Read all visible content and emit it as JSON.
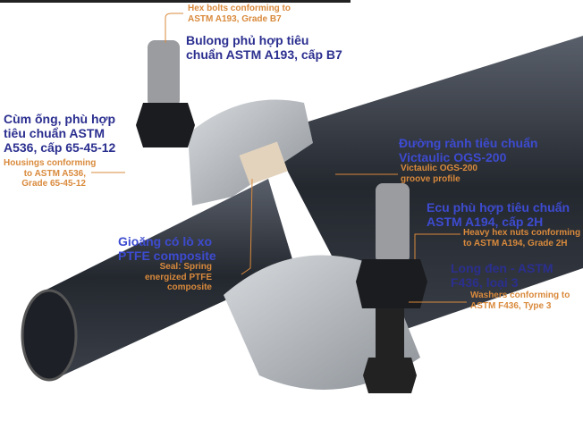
{
  "labels": {
    "bolt_en": [
      "Hex bolts conforming to",
      "ASTM A193, Grade B7"
    ],
    "bolt_vn": [
      "Bulong phủ hợp tiêu",
      "chuẩn ASTM A193, cấp B7"
    ],
    "housing_vn": [
      "Cùm ống, phù hợp",
      "tiêu chuẩn ASTM",
      "A536, cấp 65-45-12"
    ],
    "housing_en": [
      "Housings conforming",
      "to ASTM A536,",
      "Grade 65-45-12"
    ],
    "groove_vn": [
      "Đường rành tiêu chuẩn",
      "Victaulic OGS-200"
    ],
    "groove_en": [
      "Victaulic OGS-200",
      "groove profile"
    ],
    "nut_vn": [
      "Ecu phù hợp tiêu chuẩn",
      "ASTM A194, cấp 2H"
    ],
    "nut_en": [
      "Heavy hex nuts conforming",
      "to ASTM A194, Grade 2H"
    ],
    "washer_vn": [
      "Long đen - ASTM",
      "F436, loại 3"
    ],
    "washer_en": [
      "Washers conforming to",
      "ASTM F436, Type 3"
    ],
    "seal_vn": [
      "Gioăng có lò xo",
      "PTFE composite"
    ],
    "seal_en": [
      "Seal: Spring",
      "energized PTFE",
      "composite"
    ]
  },
  "colors": {
    "vn_text": "#2b2f8f",
    "en_text": "#d98a3c",
    "pipe": "#2c3038",
    "housing": "#b8bcc2"
  }
}
